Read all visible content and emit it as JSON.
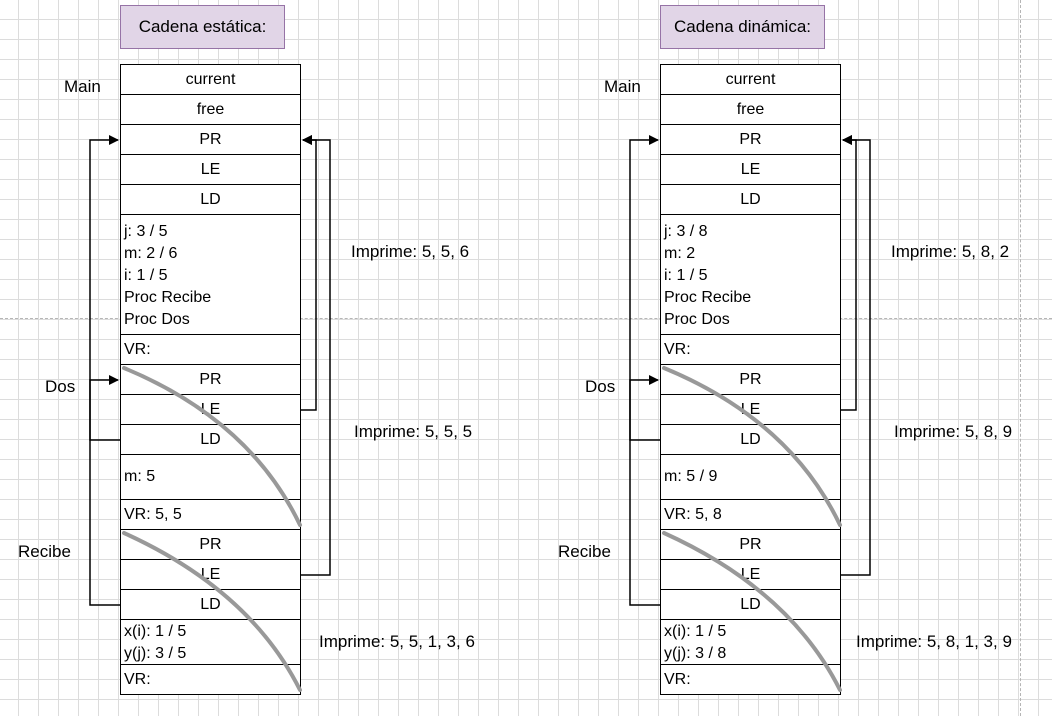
{
  "static": {
    "title": "Cadena estática:",
    "labels": {
      "main": "Main",
      "dos": "Dos",
      "recibe": "Recibe"
    },
    "cells": {
      "current": "current",
      "free": "free",
      "pr1": "PR",
      "le1": "LE",
      "ld1": "LD",
      "main_vars": [
        "j: 3 / 5",
        "m: 2 / 6",
        "i: 1 / 5",
        "Proc Recibe",
        "Proc Dos"
      ],
      "vr1": "VR:",
      "pr2": "PR",
      "le2": "LE",
      "ld2": "LD",
      "m": "m: 5",
      "vr2": "VR: 5, 5",
      "pr3": "PR",
      "le3": "LE",
      "ld3": "LD",
      "recibe_vars": [
        "x(i): 1 / 5",
        "y(j): 3 / 5"
      ],
      "vr3": "VR:"
    },
    "prints": [
      "Imprime: 5, 5, 6",
      "Imprime: 5, 5, 5",
      "Imprime: 5, 5, 1, 3, 6"
    ]
  },
  "dynamic": {
    "title": "Cadena dinámica:",
    "labels": {
      "main": "Main",
      "dos": "Dos",
      "recibe": "Recibe"
    },
    "cells": {
      "current": "current",
      "free": "free",
      "pr1": "PR",
      "le1": "LE",
      "ld1": "LD",
      "main_vars": [
        "j: 3 / 8",
        "m: 2",
        "i: 1 / 5",
        "Proc Recibe",
        "Proc Dos"
      ],
      "vr1": "VR:",
      "pr2": "PR",
      "le2": "LE",
      "ld2": "LD",
      "m": "m: 5 / 9",
      "vr2": "VR: 5, 8",
      "pr3": "PR",
      "le3": "LE",
      "ld3": "LD",
      "recibe_vars": [
        "x(i): 1 / 5",
        "y(j): 3 / 8"
      ],
      "vr3": "VR:"
    },
    "prints": [
      "Imprime: 5, 8, 2",
      "Imprime: 5, 8, 9",
      "Imprime:  5, 8, 1, 3, 9"
    ]
  },
  "colors": {
    "title_fill": "#e1d5e7",
    "title_border": "#9673a6",
    "strike": "#999999"
  }
}
